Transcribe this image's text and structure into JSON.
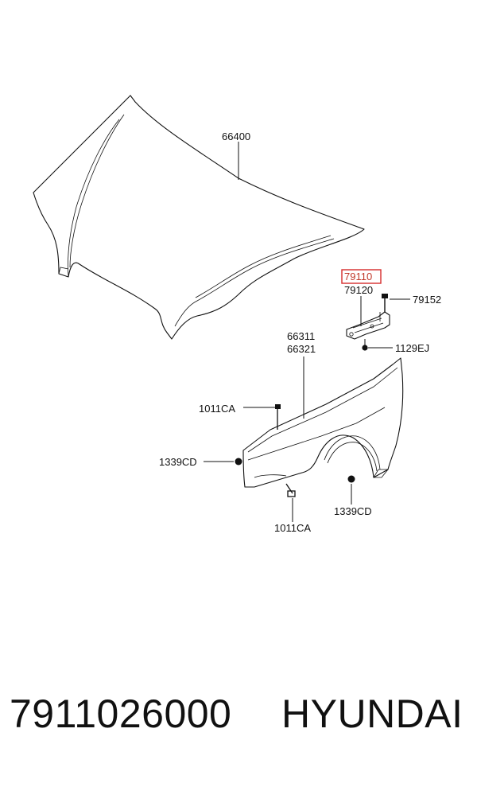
{
  "callouts": {
    "hood": "66400",
    "hinge_lh": "79110",
    "hinge_rh": "79120",
    "hinge_bolt": "79152",
    "hinge_nut": "1129EJ",
    "fender_lh": "66311",
    "fender_rh": "66321",
    "bolt_upper": "1011CA",
    "bolt_lower": "1011CA",
    "nut_front": "1339CD",
    "nut_rear": "1339CD"
  },
  "highlight_color": "#d62c2c",
  "footer": {
    "part_number": "7911026000",
    "brand": "HYUNDAI"
  }
}
